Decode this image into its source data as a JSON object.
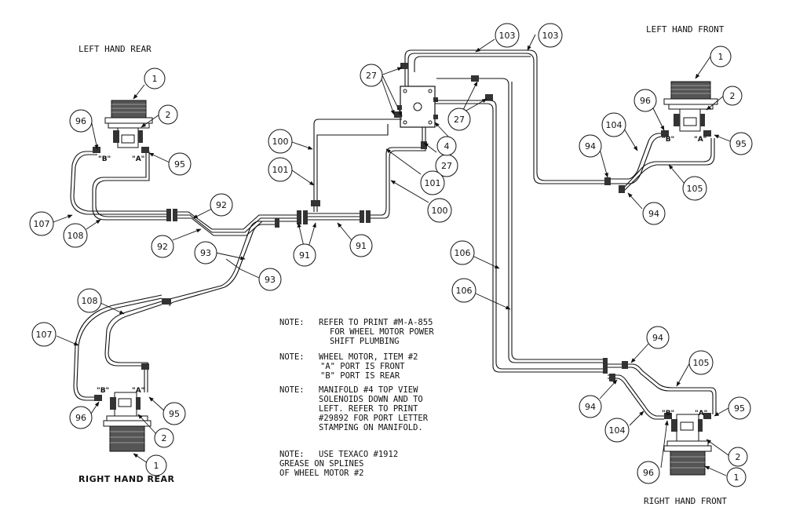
{
  "corner_labels": {
    "left_rear": "LEFT HAND REAR",
    "left_front": "LEFT HAND FRONT",
    "right_rear": "RIGHT HAND REAR",
    "right_front": "RIGHT HAND FRONT"
  },
  "ports": {
    "a": "\"A\"",
    "b": "\"B\""
  },
  "callouts": {
    "c1": "1",
    "c2": "2",
    "c4": "4",
    "c27": "27",
    "c91": "91",
    "c92": "92",
    "c93": "93",
    "c94": "94",
    "c95": "95",
    "c96": "96",
    "c100": "100",
    "c101": "101",
    "c103": "103",
    "c104": "104",
    "c105": "105",
    "c106": "106",
    "c107": "107",
    "c108": "108"
  },
  "notes": [
    {
      "head": "NOTE:",
      "lines": [
        "REFER TO PRINT #M-A-855",
        "FOR WHEEL MOTOR POWER",
        "SHIFT PLUMBING"
      ]
    },
    {
      "head": "NOTE:",
      "lines": [
        "WHEEL MOTOR, ITEM #2",
        "\"A\" PORT IS FRONT",
        "\"B\" PORT IS REAR"
      ]
    },
    {
      "head": "NOTE:",
      "lines": [
        "MANIFOLD #4 TOP VIEW",
        "SOLENOIDS DOWN AND TO",
        "LEFT. REFER TO PRINT",
        "#29892 FOR PORT LETTER",
        "STAMPING ON MANIFOLD."
      ]
    },
    {
      "head": "NOTE:",
      "lines": [
        "USE TEXACO #1912",
        "GREASE ON SPLINES",
        "OF WHEEL MOTOR #2"
      ]
    }
  ]
}
